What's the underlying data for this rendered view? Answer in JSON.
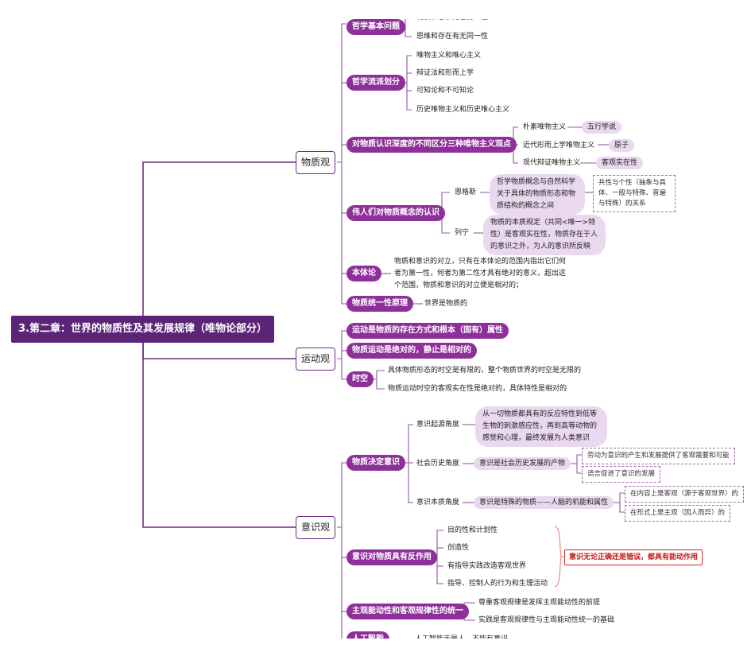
{
  "root": "3.第二章：世界的物质性及其发展规律（唯物论部分）",
  "branches": {
    "wuzhiguan": "物质观",
    "yundongguan": "运动观",
    "yishiguan": "意识观"
  },
  "wuzhiguan": {
    "zhexue_jiben": "哲学基本问题",
    "zhexue_jiben_items": [
      "物质和意识何者第一性",
      "思维和存在有无同一性"
    ],
    "zhexue_liupai": "哲学流派划分",
    "zhexue_liupai_items": [
      "唯物主义和唯心主义",
      "辩证法和形而上学",
      "可知论和不可知论",
      "历史唯物主义和历史唯心主义"
    ],
    "sanzhong": "对物质认识深度的不同区分三种唯物主义观点",
    "sanzhong_items": [
      "朴素唯物主义",
      "近代形而上学唯物主义",
      "现代辩证唯物主义"
    ],
    "sanzhong_tags": [
      "五行学说",
      "原子",
      "客观实在性"
    ],
    "weiren": "伟人们对物质概念的认识",
    "engels": "恩格斯",
    "engels_blob": "哲学物质概念与自然科学关于具体的物质形态和物质结构的概念之间",
    "engels_note": "共性与个性（抽象与具体、一般与特殊、普遍与特殊）的关系",
    "lenin": "列宁",
    "lenin_blob": "物质的本质规定（共同<唯一>特性）是客观实在性，物质存在于人的意识之外，为人的意识所反映",
    "bentilun": "本体论",
    "bentilun_text": "物质和意识的对立，只有在本体论的范围内指出它们何者为第一性，何者为第二性才具有绝对的意义，超出这个范围，物质和意识的对立便是相对的；",
    "tongyi": "物质统一性原理",
    "tongyi_text": "世界是物质的"
  },
  "yundongguan": {
    "items": [
      "运动是物质的存在方式和根本（固有）属性",
      "物质运动是绝对的，静止是相对的"
    ],
    "shikong": "时空",
    "shikong_items": [
      "具体物质形态的时空是有限的，整个物质世界的时空是无限的",
      "物质运动时空的客观实在性是绝对的，具体特性是相对的"
    ]
  },
  "yishiguan": {
    "jueding": "物质决定意识",
    "qiyuan": "意识起源角度",
    "qiyuan_blob": "从一切物质都具有的反应特性到低等生物的刺激感应性，再到高等动物的感觉和心理，最终发展为人类意识",
    "shehui": "社会历史角度",
    "shehui_pill": "意识是社会历史发展的产物",
    "shehui_notes": [
      "劳动为意识的产生和发展提供了客观需要和可能",
      "语言促进了意识的发展"
    ],
    "benzhi": "意识本质角度",
    "benzhi_pill": "意识是特殊的物质——人脑的机能和属性",
    "benzhi_notes": [
      "在内容上是客观（源于客观世界）的",
      "在形式上是主观（因人而异）的"
    ],
    "fanzuoyong": "意识对物质具有反作用",
    "fanzuoyong_items": [
      "目的性和计划性",
      "创造性",
      "有指导实践改造客观世界",
      "指导、控制人的行为和生理活动"
    ],
    "red_note": "意识无论正确还是错误，都具有能动作用",
    "nengdong": "主观能动性和客观规律性的统一",
    "nengdong_items": [
      "尊重客观规律是发挥主观能动性的前提",
      "实践是客观规律性与主观能动性统一的基础"
    ],
    "rengong": "人工智能",
    "rengong_text": "人工智能无是人，不能有意识"
  },
  "colors": {
    "root": "#5b2477",
    "branch_line": "#6d2b84",
    "node": "#8e2f9a",
    "pill": "#ead8ef",
    "red": "#d42a2a"
  }
}
